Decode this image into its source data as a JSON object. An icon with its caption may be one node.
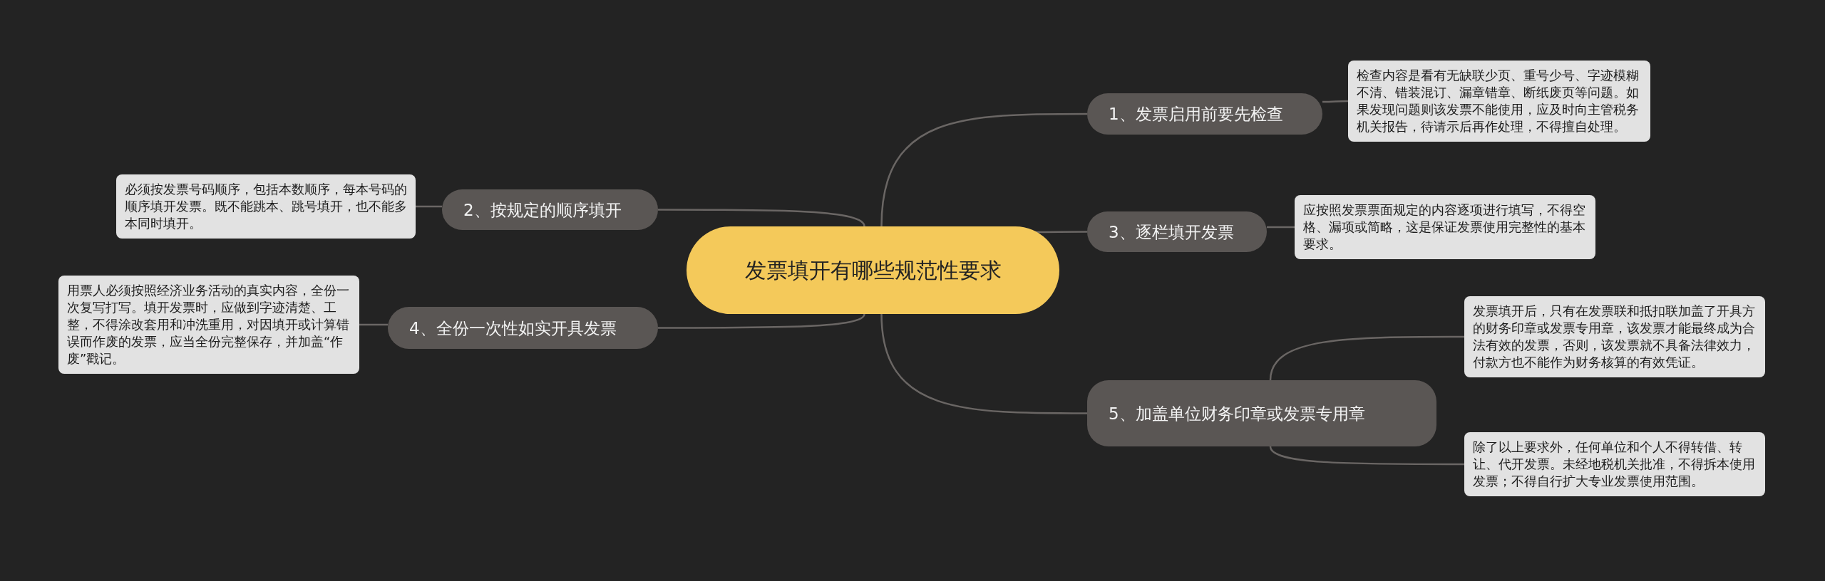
{
  "diagram": {
    "nodes": [
      {
        "text": [
          "发票填开有哪些规范性要求"
        ]
      },
      {
        "text": [
          "1、发票启用前要先检查"
        ]
      },
      {
        "text": [
          "检查内容是看有无缺联少页、重号少号、字迹模糊不清、错装混订、漏章错章、断纸废页等问题。如果发现问题则该发票不能使用，应及时向主管税务机关报告，待请示后再作处理，不得擅自处理。"
        ]
      },
      {
        "text": [
          "2、按规定的顺序填开"
        ]
      },
      {
        "text": [
          "必须按发票号码顺序，包括本数顺序，每本号码的顺序填开发票。既不能跳本、跳号填开，也不能多本同时填开。"
        ]
      },
      {
        "text": [
          "3、逐栏填开发票"
        ]
      },
      {
        "text": [
          "应按照发票票面规定的内容逐项进行填写，不得空格、漏项或简略，这是保证发票使用完整性的基本要求。"
        ]
      },
      {
        "text": [
          "4、全份一次性如实开具发票"
        ]
      },
      {
        "text": [
          "用票人必须按照经济业务活动的真实内容，全份一次复写打写。填开发票时，应做到字迹清楚、工整，不得涂改套用和冲洗重用，对因填开或计算错误而作废的发票，应当全份完整保存，并加盖“作废”戳记。"
        ]
      },
      {
        "text": [
          "5、加盖单位财务印章或发票专用章"
        ]
      },
      {
        "text": [
          "发票填开后，只有在发票联和抵扣联加盖了开具方的财务印章或发票专用章，该发票才能最终成为合法有效的发票，否则，该发票就不具备法律效力，付款方也不能作为财务核算的有效凭证。"
        ]
      },
      {
        "text": [
          "除了以上要求外，任何单位和个人不得转借、转让、代开发票。未经地税机关批准，不得拆本使用发票；不得自行扩大专业发票使用范围。"
        ]
      }
    ],
    "edges": [
      {
        "from": 0,
        "to": 1,
        "arrow": "none"
      },
      {
        "from": 1,
        "to": 2,
        "arrow": "none"
      },
      {
        "from": 0,
        "to": 3,
        "arrow": "none"
      },
      {
        "from": 3,
        "to": 4,
        "arrow": "none"
      },
      {
        "from": 0,
        "to": 5,
        "arrow": "none"
      },
      {
        "from": 5,
        "to": 6,
        "arrow": "none"
      },
      {
        "from": 0,
        "to": 7,
        "arrow": "none"
      },
      {
        "from": 7,
        "to": 8,
        "arrow": "none"
      },
      {
        "from": 0,
        "to": 9,
        "arrow": "none"
      },
      {
        "from": 9,
        "to": 10,
        "arrow": "none"
      },
      {
        "from": 9,
        "to": 11,
        "arrow": "none"
      }
    ]
  }
}
